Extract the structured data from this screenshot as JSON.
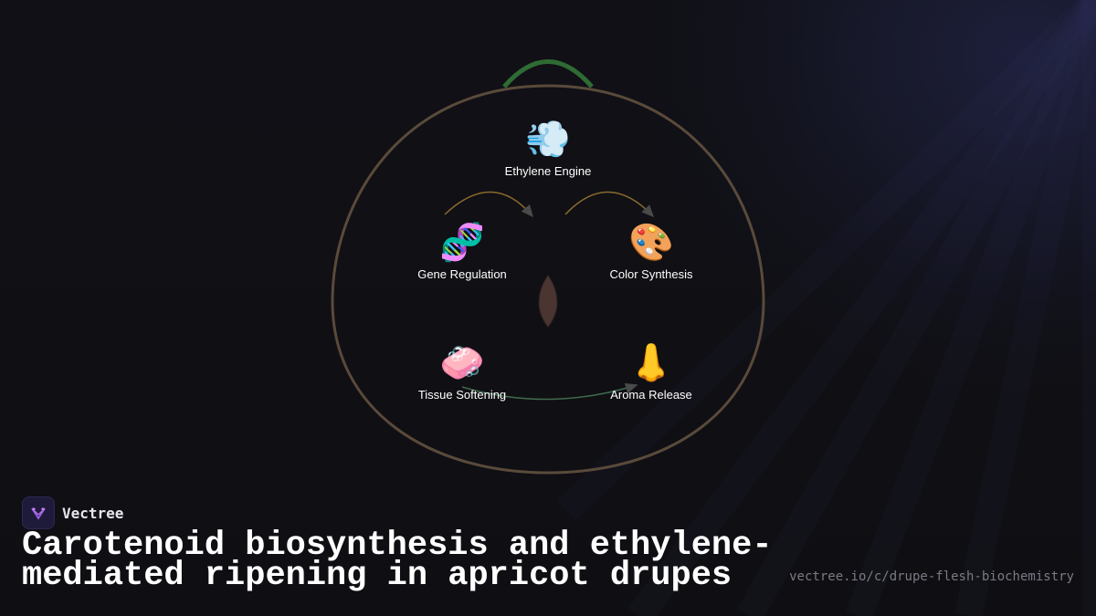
{
  "diagram": {
    "nodes": [
      {
        "id": "ethylene",
        "icon": "dash-wind-icon",
        "glyph": "💨",
        "label": "Ethylene Engine"
      },
      {
        "id": "gene",
        "icon": "dna-icon",
        "glyph": "🧬",
        "label": "Gene Regulation"
      },
      {
        "id": "color",
        "icon": "palette-icon",
        "glyph": "🎨",
        "label": "Color Synthesis"
      },
      {
        "id": "tissue",
        "icon": "soap-icon",
        "glyph": "🧼",
        "label": "Tissue Softening"
      },
      {
        "id": "aroma",
        "icon": "nose-icon",
        "glyph": "👃",
        "label": "Aroma Release"
      }
    ],
    "colors": {
      "fruit_outline": "#5a4a3a",
      "stem": "#2f6b34",
      "seed": "#4a3530",
      "arrow_top": "#8a6a2e",
      "arrow_bottom": "#3f6a4c"
    }
  },
  "brand": {
    "name": "Vectree"
  },
  "title": "Carotenoid biosynthesis and ethylene-mediated ripening in apricot drupes",
  "url": "vectree.io/c/drupe-flesh-biochemistry"
}
